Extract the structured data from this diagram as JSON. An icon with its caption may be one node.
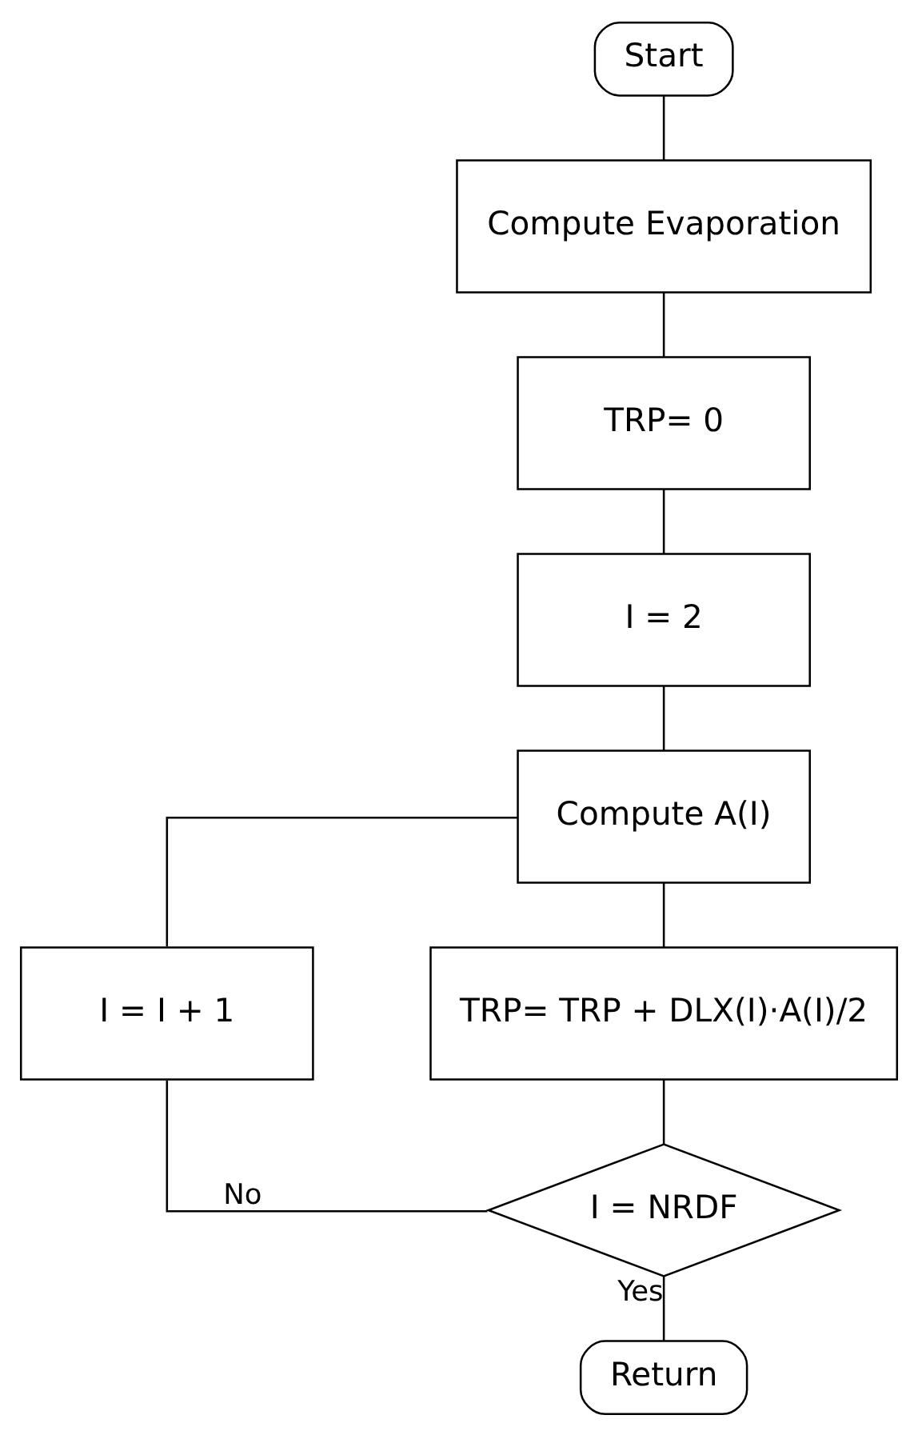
{
  "diagram": {
    "nodes": [
      {
        "text": [
          "Start"
        ]
      },
      {
        "text": [
          "Compute Evaporation"
        ]
      },
      {
        "text": [
          "TRP= 0"
        ]
      },
      {
        "text": [
          "I = 2"
        ]
      },
      {
        "text": [
          "Compute A(I)"
        ]
      },
      {
        "text": [
          "I = I + 1"
        ]
      },
      {
        "text": [
          "TRP= TRP + DLX(I)·A(I)/2"
        ]
      },
      {
        "text": [
          "I = NRDF"
        ]
      },
      {
        "text": [
          "Return"
        ]
      }
    ],
    "edges": [
      {
        "from": 0,
        "to": 1,
        "arrow": "none"
      },
      {
        "from": 1,
        "to": 2,
        "arrow": "none"
      },
      {
        "from": 2,
        "to": 3,
        "arrow": "none"
      },
      {
        "from": 3,
        "to": 4,
        "arrow": "none"
      },
      {
        "from": 4,
        "to": 6,
        "arrow": "none"
      },
      {
        "from": 6,
        "to": 7,
        "arrow": "none"
      },
      {
        "from": 7,
        "to": 5,
        "label": "No",
        "arrow": "none"
      },
      {
        "from": 5,
        "to": 4,
        "arrow": "none"
      },
      {
        "from": 7,
        "to": 8,
        "label": "Yes",
        "arrow": "none"
      }
    ]
  }
}
